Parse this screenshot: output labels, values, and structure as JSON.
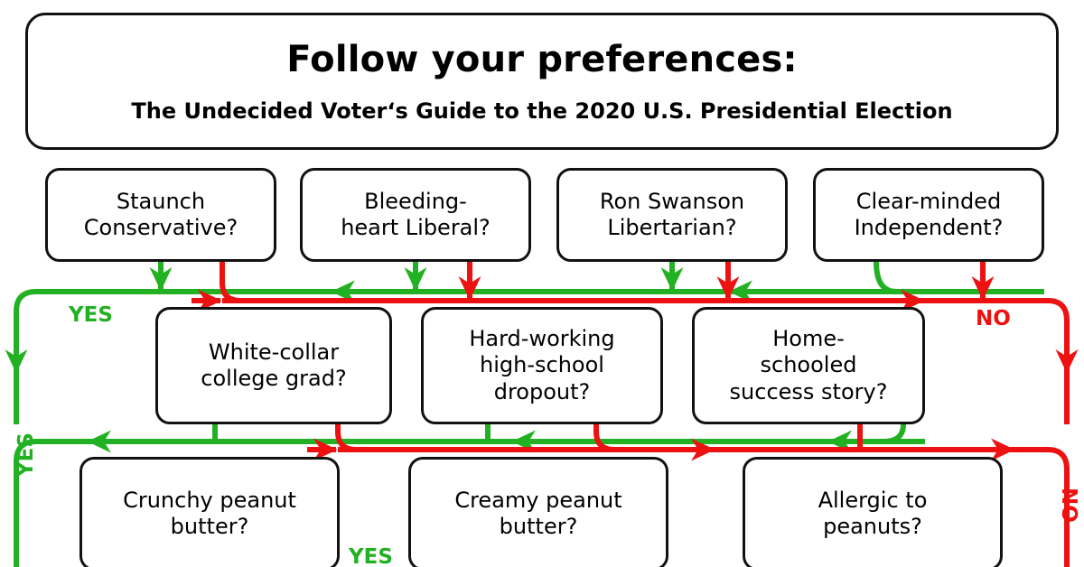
{
  "title": {
    "main": "Follow your preferences:",
    "sub": "The Undecided Voter‘s Guide to the 2020 U.S. Presidential Election"
  },
  "colors": {
    "yes": "#22b122",
    "no": "#ee1111",
    "outline": "#111111",
    "background": "#ffffff"
  },
  "rows": {
    "row1": [
      {
        "id": "conservative",
        "label": "Staunch\nConservative?"
      },
      {
        "id": "liberal",
        "label": "Bleeding-\nheart Liberal?"
      },
      {
        "id": "libertarian",
        "label": "Ron Swanson\nLibertarian?"
      },
      {
        "id": "independent",
        "label": "Clear-minded\nIndependent?"
      }
    ],
    "row2": [
      {
        "id": "whitecollar",
        "label": "White-collar\ncollege grad?"
      },
      {
        "id": "dropout",
        "label": "Hard-working\nhigh-school\ndropout?"
      },
      {
        "id": "homeschool",
        "label": "Home-\nschooled\nsuccess story?"
      }
    ],
    "row3": [
      {
        "id": "crunchy",
        "label": "Crunchy peanut\nbutter?"
      },
      {
        "id": "creamy",
        "label": "Creamy peanut\nbutter?"
      },
      {
        "id": "allergic",
        "label": "Allergic to\npeanuts?"
      }
    ]
  },
  "edge_labels": {
    "yes_row1": "YES",
    "no_row1": "NO",
    "yes_row2": "YES",
    "no_row2": "NO",
    "yes_row3": "YES"
  }
}
